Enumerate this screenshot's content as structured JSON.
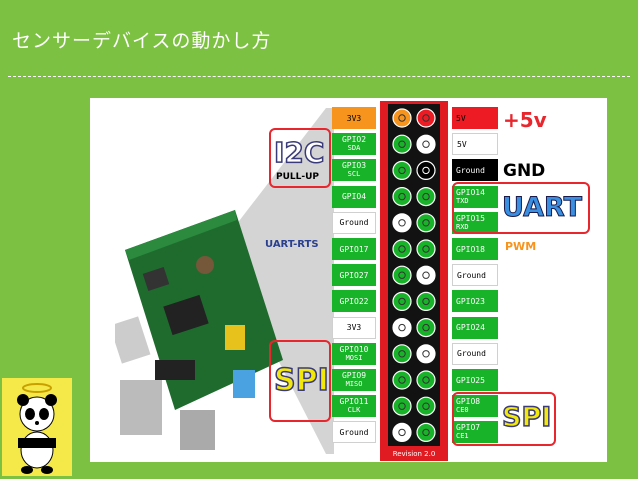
{
  "slide": {
    "title": "センサーデバイスの動かし方"
  },
  "header": {
    "revision": "Revision 2.0",
    "left_pins": [
      {
        "name": "3V3",
        "sub": "",
        "type": "v33top"
      },
      {
        "name": "GPIO2",
        "sub": "SDA",
        "type": "gpio"
      },
      {
        "name": "GPIO3",
        "sub": "SCL",
        "type": "gpio"
      },
      {
        "name": "GPIO4",
        "sub": "",
        "type": "gpio"
      },
      {
        "name": "Ground",
        "sub": "",
        "type": "ground"
      },
      {
        "name": "GPIO17",
        "sub": "",
        "type": "gpio"
      },
      {
        "name": "GPIO27",
        "sub": "",
        "type": "gpio"
      },
      {
        "name": "GPIO22",
        "sub": "",
        "type": "gpio"
      },
      {
        "name": "3V3",
        "sub": "",
        "type": "v33"
      },
      {
        "name": "GPIO10",
        "sub": "MOSI",
        "type": "gpio"
      },
      {
        "name": "GPIO9",
        "sub": "MISO",
        "type": "gpio"
      },
      {
        "name": "GPIO11",
        "sub": "CLK",
        "type": "gpio"
      },
      {
        "name": "Ground",
        "sub": "",
        "type": "ground"
      }
    ],
    "right_pins": [
      {
        "name": "5V",
        "sub": "",
        "type": "v5top"
      },
      {
        "name": "5V",
        "sub": "",
        "type": "v5"
      },
      {
        "name": "Ground",
        "sub": "",
        "type": "groundblack"
      },
      {
        "name": "GPIO14",
        "sub": "TXD",
        "type": "gpio"
      },
      {
        "name": "GPIO15",
        "sub": "RXD",
        "type": "gpio"
      },
      {
        "name": "GPIO18",
        "sub": "",
        "type": "gpio"
      },
      {
        "name": "Ground",
        "sub": "",
        "type": "ground"
      },
      {
        "name": "GPIO23",
        "sub": "",
        "type": "gpio"
      },
      {
        "name": "GPIO24",
        "sub": "",
        "type": "gpio"
      },
      {
        "name": "Ground",
        "sub": "",
        "type": "ground"
      },
      {
        "name": "GPIO25",
        "sub": "",
        "type": "gpio"
      },
      {
        "name": "GPIO8",
        "sub": "CE0",
        "type": "gpio"
      },
      {
        "name": "GPIO7",
        "sub": "CE1",
        "type": "gpio"
      }
    ]
  },
  "labels": {
    "i2c": "I2C",
    "pullup": "PULL-UP",
    "uart_rts": "UART-RTS",
    "spi_left": "SPI",
    "plus5v": "+5v",
    "gnd": "GND",
    "uart": "UART",
    "pwm": "PWM",
    "spi_right": "SPI"
  },
  "colors": {
    "background": "#7dc142",
    "gpio": "#19b32a",
    "header": "#e11b22",
    "callout_red": "#e8262d",
    "uart_rts": "#2a3f8f"
  }
}
